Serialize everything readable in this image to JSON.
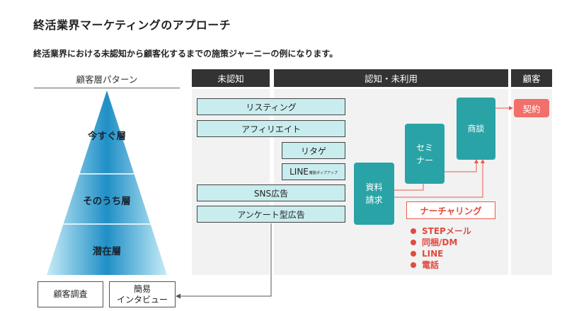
{
  "header": {
    "title": "終活業界マーケティングのアプローチ",
    "subtitle": "終活業界における未認知から顧客化するまでの施策ジャーニーの例になります。"
  },
  "columns": {
    "pyramid_header": "顧客層パターン",
    "unaware": "未認知",
    "aware_unused": "認知・未利用",
    "customer": "顧客"
  },
  "pyramid": {
    "top": "今すぐ層",
    "middle": "そのうち層",
    "bottom": "潜在層",
    "colors": {
      "light": "#b9e6f4",
      "dark": "#1f8fc6"
    }
  },
  "channels": {
    "listing": "リスティング",
    "affiliate": "アフィリエイト",
    "retargeting": "リタゲ",
    "line_main": "LINE",
    "line_sub": "離脱ポップアップ",
    "sns_ads": "SNS広告",
    "survey_ads": "アンケート型広告"
  },
  "funnel": {
    "document_request": "資料\n請求",
    "seminar": "セミ\nナー",
    "negotiation": "商談",
    "contract": "契約",
    "teal": "#2aa3a6",
    "accent": "#f26f6a"
  },
  "nurturing": {
    "title": "ナーチャリング",
    "items": [
      "STEPメール",
      "同梱/DM",
      "LINE",
      "電話"
    ]
  },
  "research": {
    "customer_survey": "顧客調査",
    "simple_interview": "簡易\nインタビュー"
  }
}
